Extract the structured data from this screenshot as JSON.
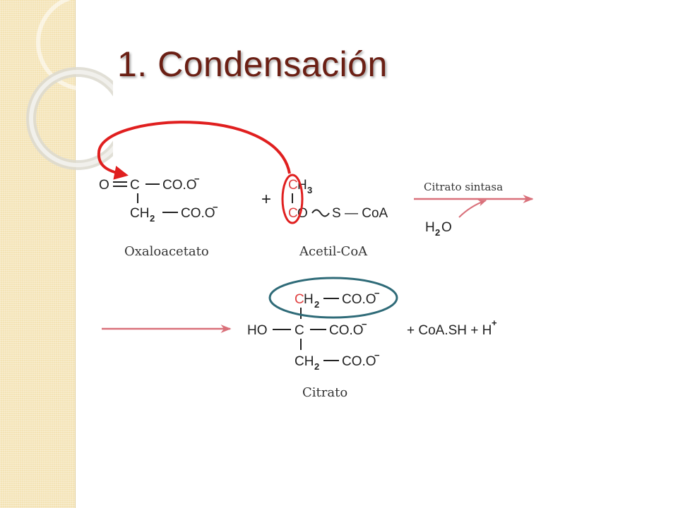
{
  "slide": {
    "title": "1. Condensación"
  },
  "reaction": {
    "oxaloacetate": {
      "o": "O",
      "c": "C",
      "co_o": "CO.O",
      "ch": "CH",
      "sub2": "2",
      "co_o_2": "CO.O",
      "caption": "Oxaloacetato"
    },
    "plus_1": "+",
    "acetyl_coa": {
      "c_top": "C",
      "h3": "H",
      "sub3": "3",
      "c_bottom": "C",
      "o": "O",
      "s_coa": "S — CoA",
      "caption": "Acetil-CoA"
    },
    "enzyme_label": "Citrato sintasa",
    "water": {
      "h": "H",
      "sub2": "2",
      "o": "O"
    },
    "citrate": {
      "top_ch": "CH",
      "top_sub2": "2",
      "top_co_o": "CO.O",
      "ho": "HO",
      "c": "C",
      "mid_co_o": "CO.O",
      "bot_ch": "CH",
      "bot_sub2": "2",
      "bot_co_o": "CO.O",
      "caption": "Citrato"
    },
    "byproducts": "+ CoA.SH + H",
    "h_plus_sup": "+"
  },
  "colors": {
    "title": "#6b1f14",
    "mechanism_arrow": "#e01f1f",
    "highlight_circle": "#2f6b78",
    "reaction_arrow": "#d9707a",
    "background_band": "#f4e3b5"
  },
  "icons": {
    "attack_arrow": "curved-arrow-icon",
    "reaction_arrow": "reaction-arrow-icon",
    "highlight": "circle-highlight-icon"
  }
}
